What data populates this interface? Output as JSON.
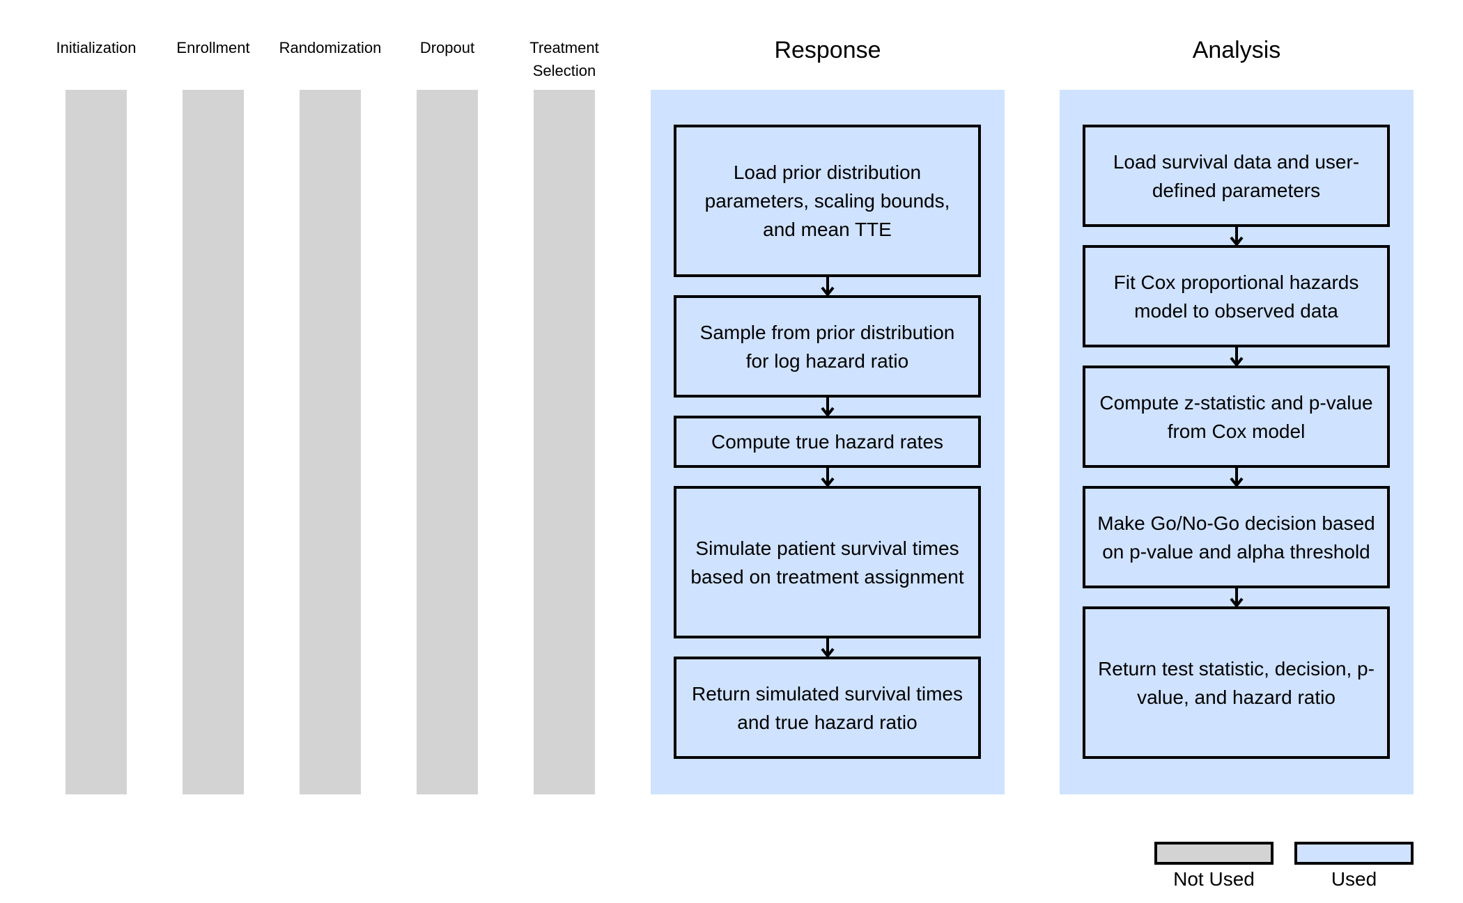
{
  "colors": {
    "not_used": "#d3d3d3",
    "used": "#cfe2ff",
    "border": "#000000"
  },
  "columns": {
    "initialization": {
      "title": "Initialization",
      "status": "not_used"
    },
    "enrollment": {
      "title": "Enrollment",
      "status": "not_used"
    },
    "randomization": {
      "title": "Randomization",
      "status": "not_used"
    },
    "dropout": {
      "title": "Dropout",
      "status": "not_used"
    },
    "treatment_selection": {
      "title": "Treatment\nSelection",
      "status": "not_used"
    },
    "response": {
      "title": "Response",
      "status": "used",
      "steps": [
        "Load prior distribution parameters, scaling bounds, and mean TTE",
        "Sample from prior distribution for log hazard ratio",
        "Compute true hazard rates",
        "Simulate patient survival times based on treatment assignment",
        "Return simulated survival times and true hazard ratio"
      ]
    },
    "analysis": {
      "title": "Analysis",
      "status": "used",
      "steps": [
        "Load survival data and user-defined parameters",
        "Fit Cox proportional hazards model to observed data",
        "Compute z-statistic and p-value from Cox model",
        "Make Go/No-Go decision based on p-value and alpha threshold",
        "Return test statistic, decision, p-value, and hazard ratio"
      ]
    }
  },
  "legend": {
    "not_used": "Not Used",
    "used": "Used"
  }
}
